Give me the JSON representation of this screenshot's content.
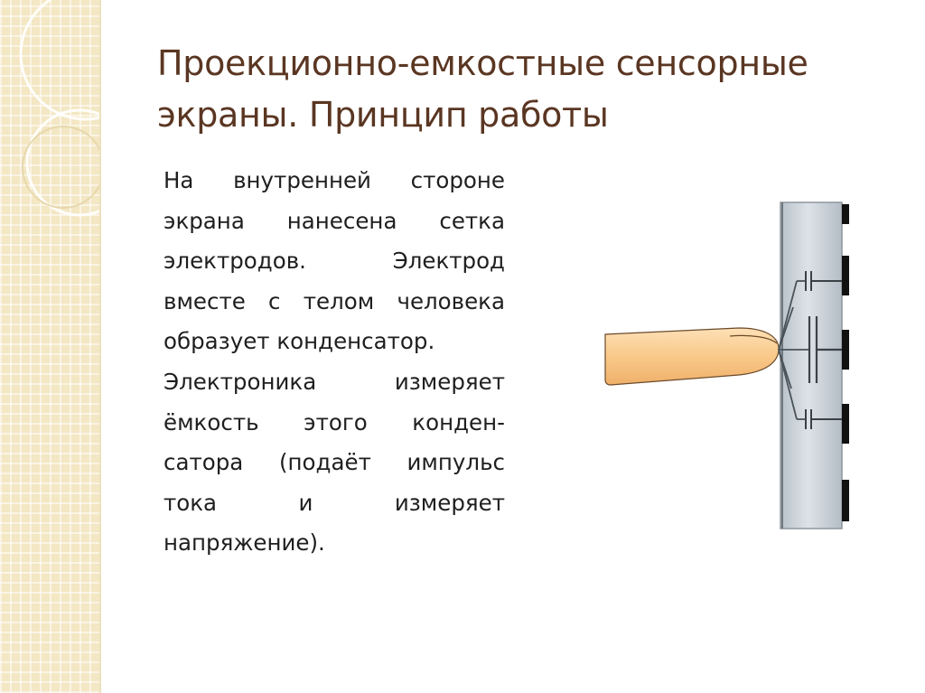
{
  "slide": {
    "title": "Проекционно-емкостные сенсорные экраны. Принцип работы",
    "paragraphs": [
      "На внутренней стороне экрана нанесена сетка электродов. Электрод вместе с телом человека образует конденсатор.",
      "Электроника измеряет ёмкость этого конден-сатора (подаёт импульс тока и измеряет напряжение)."
    ]
  },
  "colors": {
    "title": "#5a3622",
    "text": "#1f1f1f",
    "strip": "#f3e7c4",
    "finger": "#f9cb8e",
    "screen": "#c9d1d8"
  },
  "icons": [
    "finger-illustration",
    "capacitor-icon",
    "electrode-marker"
  ]
}
